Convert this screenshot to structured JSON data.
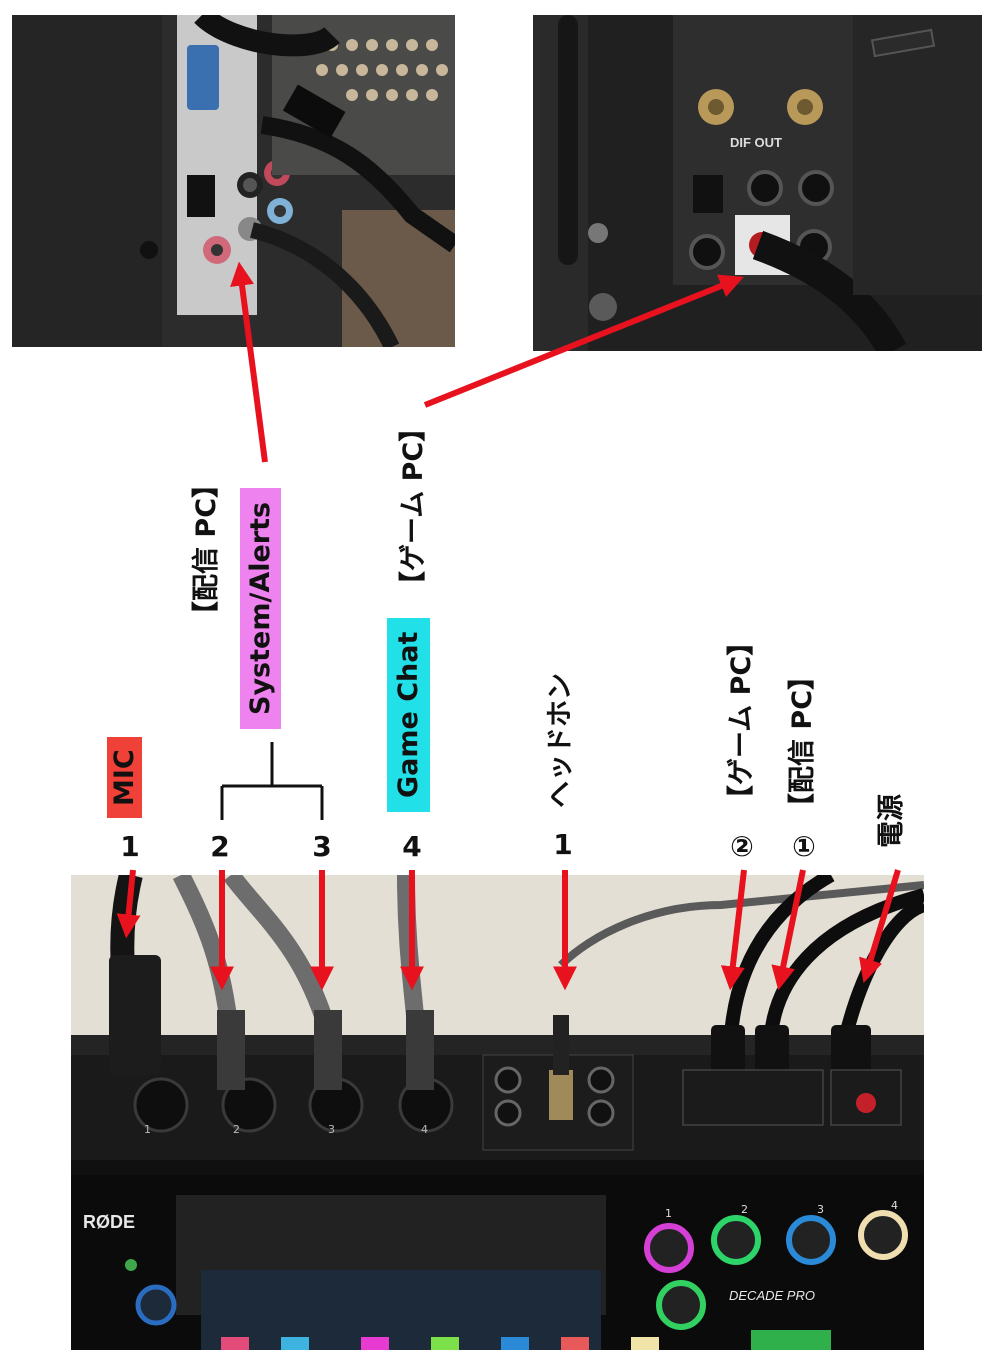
{
  "labels": {
    "mic": "MIC",
    "stream_pc_1": "【配信 PC】",
    "system_alerts": "System/Alerts",
    "game_chat": "Game Chat",
    "game_pc_1": "【ゲーム PC】",
    "headphones": "ヘッドホン",
    "game_pc_2": "【ゲーム PC】",
    "stream_pc_2": "【配信 PC】",
    "power": "電源"
  },
  "numbers": {
    "in1": "1",
    "in2": "2",
    "in3": "3",
    "in4": "4",
    "hp1": "1",
    "usb2": "②",
    "usb1": "①"
  },
  "colors": {
    "arrow": "#e8121f",
    "mic_bg": "#ef4137",
    "system_alerts_bg": "#ee82ee",
    "game_chat_bg": "#22e0e8"
  },
  "device": {
    "brand": "RØDE",
    "model": "DECADE PRO",
    "input_labels": [
      "1",
      "2",
      "3",
      "4"
    ],
    "knob_labels": [
      "1",
      "2",
      "3",
      "4"
    ]
  }
}
